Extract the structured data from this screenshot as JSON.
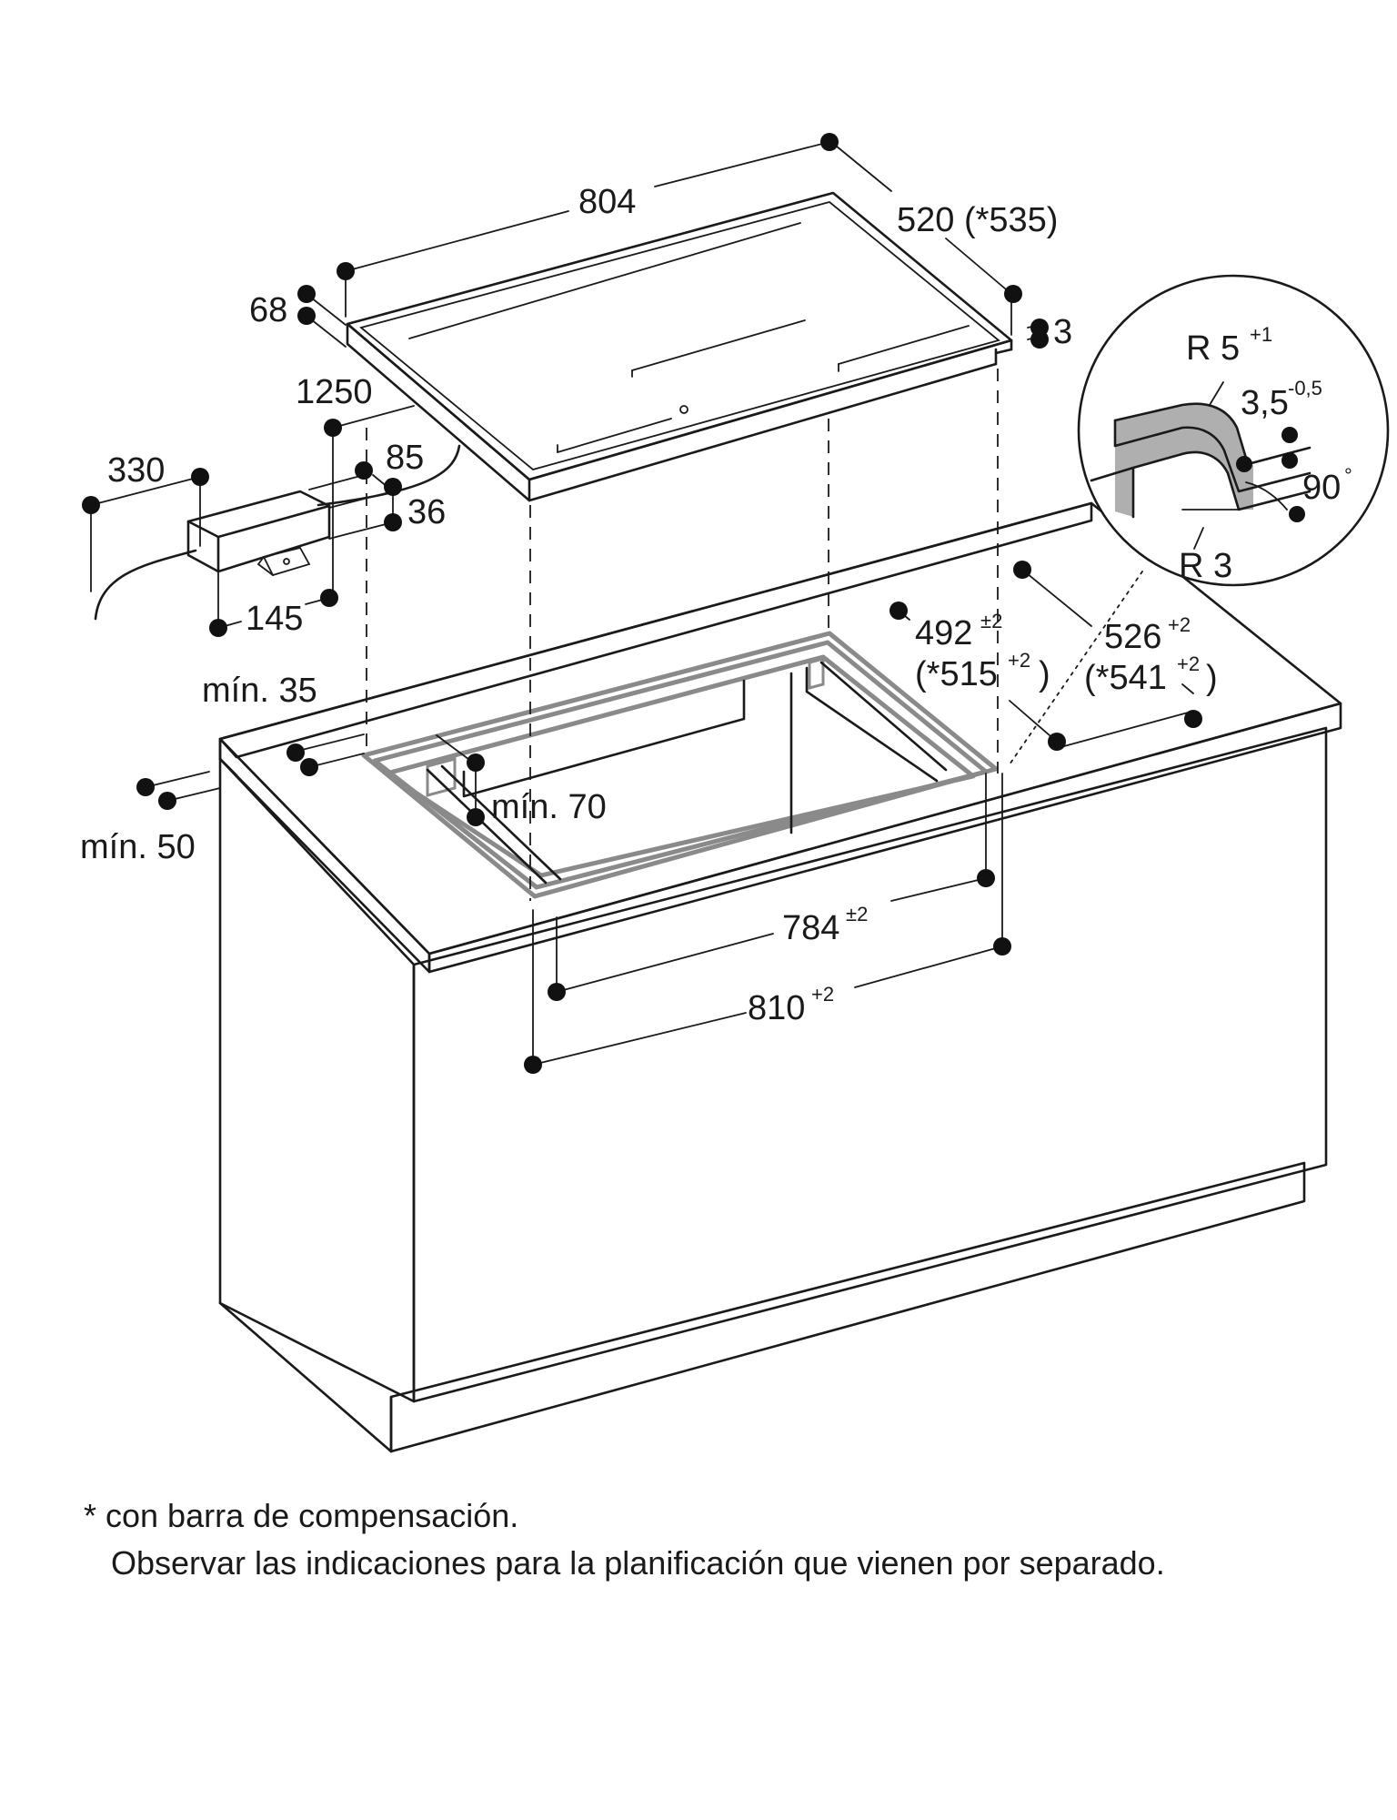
{
  "dimensions": {
    "top_width": "804",
    "top_depth": "520 (*535)",
    "top_thickness": "68",
    "frame_step": "3",
    "cable_length": "1250",
    "box_length": "330",
    "box_width": "85",
    "box_height": "36",
    "box_offset": "145",
    "min_35": "mín. 35",
    "min_70": "mín. 70",
    "min_50": "mín. 50",
    "cutout_depth_inner": "492",
    "cutout_depth_inner_tol": "±2",
    "cutout_depth_inner_alt": "(*515",
    "cutout_depth_inner_alt_tol": "+2",
    "cutout_depth_outer": "526",
    "cutout_depth_outer_tol": "+2",
    "cutout_depth_outer_alt": "(*541",
    "cutout_depth_outer_alt_tol": "+2",
    "close_paren": ")",
    "cutout_width_inner": "784",
    "cutout_width_inner_tol": "±2",
    "cutout_width_outer": "810",
    "cutout_width_outer_tol": "+2"
  },
  "detail": {
    "radius_top": "R 5",
    "radius_top_tol": "+1",
    "step_depth": "3,5",
    "step_depth_tol": "-0,5",
    "angle": "90",
    "angle_unit": "°",
    "radius_bottom": "R 3"
  },
  "notes": {
    "line1": "* con barra de compensación.",
    "line2": "Observar las indicaciones para la planificación que vienen por separado."
  }
}
